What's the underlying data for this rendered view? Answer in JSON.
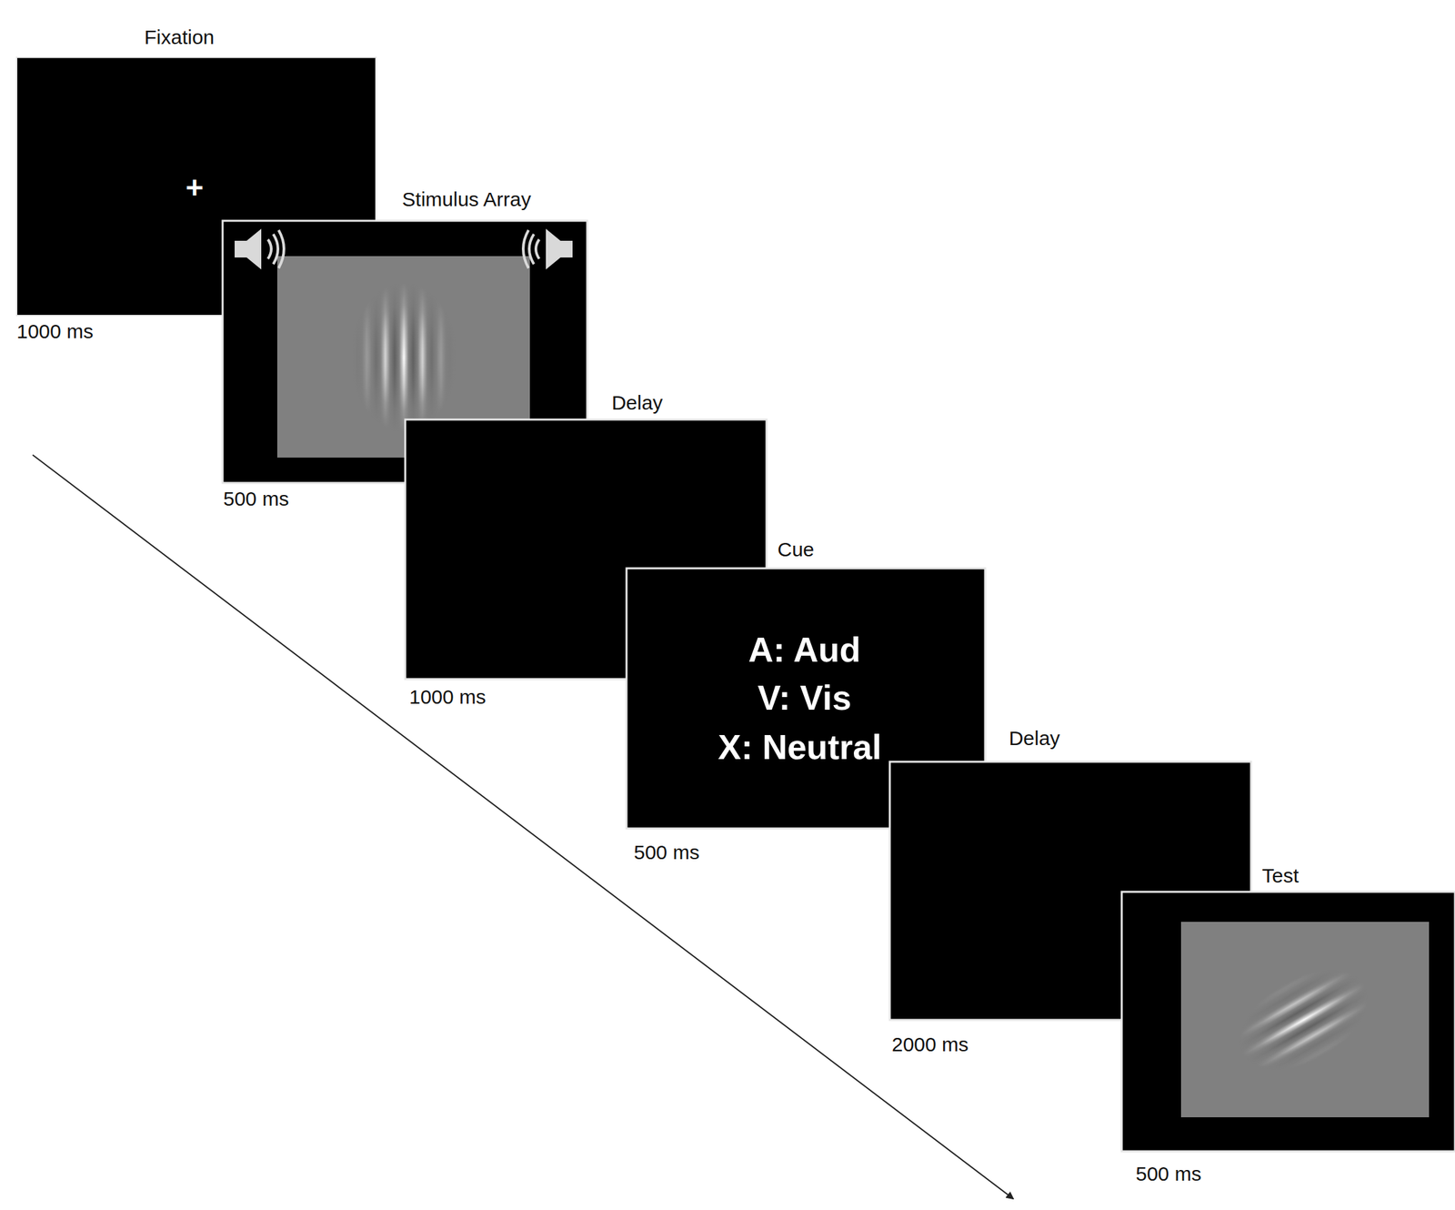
{
  "diagram": {
    "nodes": [
      {
        "text": [
          "Fixation",
          "+",
          "1000 ms"
        ]
      },
      {
        "text": [
          "Stimulus Array",
          "500 ms"
        ]
      },
      {
        "text": [
          "Delay",
          "1000 ms"
        ]
      },
      {
        "text": [
          "Cue",
          "A: Aud",
          "V: Vis",
          "X: Neutral",
          "500 ms"
        ]
      },
      {
        "text": [
          "Delay",
          "2000 ms"
        ]
      },
      {
        "text": [
          "Test",
          "500 ms"
        ]
      }
    ]
  }
}
